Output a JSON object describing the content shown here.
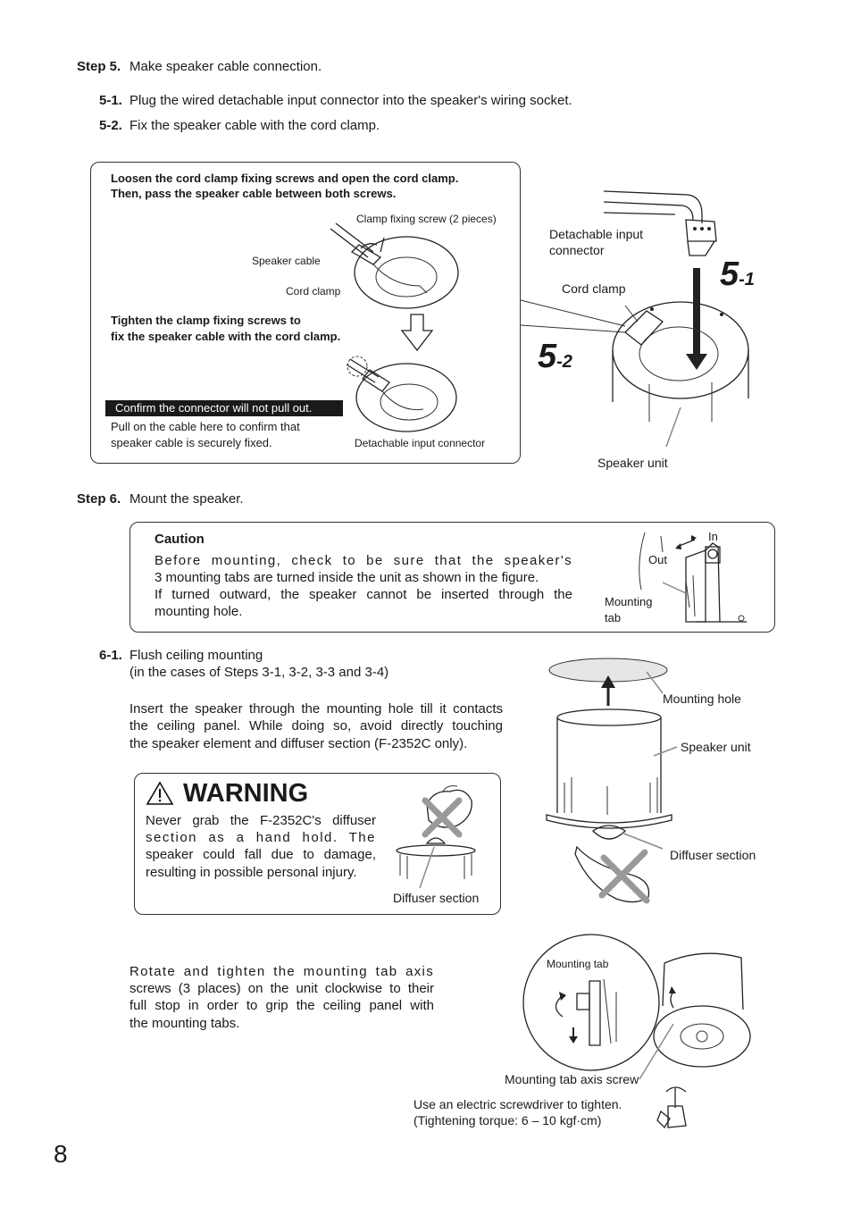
{
  "step5": {
    "label": "Step 5.",
    "text": "Make speaker cable connection.",
    "sub1_label": "5-1.",
    "sub1_text": "Plug the wired detachable input connector into the speaker's wiring socket.",
    "sub2_label": "5-2.",
    "sub2_text": "Fix the speaker cable with the cord clamp."
  },
  "clamp_box": {
    "instruction_top_1": "Loosen the cord clamp fixing screws and open the cord clamp.",
    "instruction_top_2": "Then, pass the speaker cable between both screws.",
    "clamp_screw_label": "Clamp fixing screw (2 pieces)",
    "speaker_cable_label": "Speaker cable",
    "cord_clamp_label": "Cord clamp",
    "instruction_mid_1": "Tighten the clamp fixing screws to",
    "instruction_mid_2": "fix the speaker cable with the cord clamp.",
    "confirm_bar": "Confirm the connector will not pull out.",
    "pull_text_1": "Pull on the cable here to confirm that",
    "pull_text_2": "speaker cable is securely fixed.",
    "detachable_label": "Detachable input connector"
  },
  "figure51": {
    "detachable_label_1": "Detachable input",
    "detachable_label_2": "connector",
    "cord_clamp_label": "Cord clamp",
    "step_big": "5",
    "step_small": "-1",
    "step2_big": "5",
    "step2_small": "-2",
    "speaker_unit_label": "Speaker unit"
  },
  "step6": {
    "label": "Step 6.",
    "text": "Mount the speaker."
  },
  "caution": {
    "title": "Caution",
    "line1": "Before mounting, check to be sure that the speaker's",
    "line2": "3 mounting tabs are turned inside the unit as shown in the figure.",
    "line3": "If turned outward, the speaker cannot be inserted through the",
    "line4": "mounting hole.",
    "in_label": "In",
    "out_label": "Out",
    "mounting_tab_1": "Mounting",
    "mounting_tab_2": "tab"
  },
  "step61": {
    "label": "6-1.",
    "title": "Flush ceiling mounting",
    "cases": "(in the cases of Steps 3-1, 3-2, 3-3 and 3-4)",
    "p1": "Insert the speaker through the mounting hole till it contacts",
    "p2": "the ceiling panel. While doing so, avoid directly touching",
    "p3": "the speaker element and diffuser section (F-2352C only).",
    "mounting_hole_label": "Mounting hole",
    "speaker_unit_label": "Speaker unit",
    "diffuser_label": "Diffuser section"
  },
  "warning": {
    "title": "WARNING",
    "line1": "Never grab the F-2352C's diffuser",
    "line2": "section as a hand hold. The",
    "line3": "speaker could fall due to damage,",
    "line4": "resulting in possible personal injury.",
    "diffuser_label": "Diffuser section"
  },
  "rotate": {
    "line1": "Rotate and tighten the mounting tab axis",
    "line2": "screws (3 places) on the unit clockwise to their",
    "line3": "full stop in order to grip the ceiling panel with",
    "line4": "the mounting tabs.",
    "mounting_tab_label": "Mounting tab",
    "axis_screw_label": "Mounting tab axis screw",
    "screwdriver_1": "Use an electric screwdriver to tighten.",
    "screwdriver_2": "(Tightening torque: 6 – 10 kgf·cm)"
  },
  "page_number": "8"
}
